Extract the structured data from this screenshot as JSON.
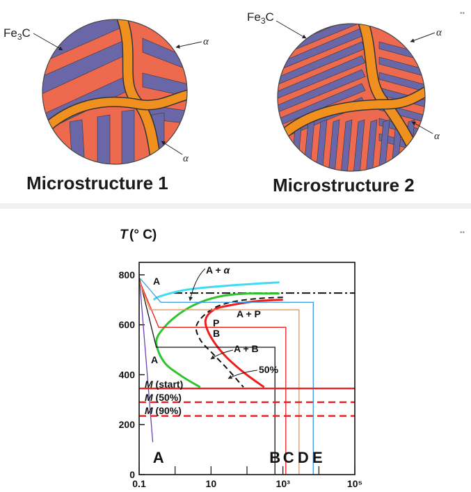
{
  "micro1": {
    "caption": "Microstructure 1",
    "label_fe3c": "Fe3C",
    "label_alpha_top": "α",
    "label_alpha_bottom": "α"
  },
  "micro2": {
    "caption": "Microstructure 2",
    "label_fe3c": "Fe3C",
    "label_alpha_top": "α",
    "label_alpha_bottom": "α"
  },
  "colors": {
    "ferrite": "#ee6a4f",
    "cementite": "#6a67a8",
    "boundary": "#f0901e",
    "cyan": "#3ddcf2",
    "green": "#2fc42f",
    "red": "#ee1c1c",
    "orange": "#f4924a",
    "blue_line": "#3a9ae0",
    "purple": "#6a3fb8"
  },
  "chart_data": {
    "type": "line",
    "ylabel_T": "T",
    "ylabel_unit": "(° C)",
    "x_scale": "log",
    "xlim": [
      0.1,
      100000
    ],
    "ylim": [
      0,
      850
    ],
    "x_ticks": [
      {
        "value": 0.1,
        "label": "0.1"
      },
      {
        "value": 10,
        "label": "10"
      },
      {
        "value": 1000,
        "label": "10³"
      },
      {
        "value": 100000,
        "label": "10⁵"
      }
    ],
    "y_ticks": [
      {
        "value": 0,
        "label": "0"
      },
      {
        "value": 200,
        "label": "200"
      },
      {
        "value": 400,
        "label": "400"
      },
      {
        "value": 600,
        "label": "600"
      },
      {
        "value": 800,
        "label": "800"
      }
    ],
    "region_labels": {
      "A_upper": "A",
      "A_lower": "A",
      "A_plus_alpha": "A + α",
      "A_plus_P": "A + P",
      "P": "P",
      "B": "B",
      "A_plus_B": "A + B",
      "fifty_pct": "50%",
      "M_start": "M (start)",
      "M_50": "M (50%)",
      "M_90": "M (90%)"
    },
    "path_labels": [
      "A",
      "B",
      "C",
      "D",
      "E"
    ],
    "eutectoid_T": 727,
    "martensite": {
      "start": 345,
      "fifty": 290,
      "ninety": 235
    },
    "curves": {
      "cyan": [
        [
          0.25,
          700
        ],
        [
          0.4,
          715
        ],
        [
          2,
          740
        ],
        [
          20,
          755
        ],
        [
          200,
          765
        ],
        [
          800,
          770
        ]
      ],
      "green": [
        [
          800,
          725
        ],
        [
          100,
          725
        ],
        [
          20,
          715
        ],
        [
          5,
          690
        ],
        [
          1.5,
          650
        ],
        [
          0.5,
          590
        ],
        [
          0.3,
          530
        ],
        [
          0.5,
          450
        ],
        [
          1.5,
          395
        ],
        [
          5,
          350
        ]
      ],
      "red": [
        [
          1000,
          700
        ],
        [
          200,
          695
        ],
        [
          40,
          680
        ],
        [
          12,
          660
        ],
        [
          7,
          615
        ],
        [
          10,
          550
        ],
        [
          25,
          475
        ],
        [
          80,
          410
        ],
        [
          300,
          350
        ]
      ],
      "dashed": [
        [
          1000,
          710
        ],
        [
          200,
          705
        ],
        [
          35,
          690
        ],
        [
          10,
          660
        ],
        [
          4,
          600
        ],
        [
          5,
          540
        ],
        [
          12,
          480
        ],
        [
          30,
          420
        ],
        [
          80,
          350
        ]
      ]
    },
    "paths": {
      "A": [
        [
          0.1,
          800
        ],
        [
          0.24,
          130
        ]
      ],
      "B": [
        [
          0.1,
          790
        ],
        [
          0.3,
          510
        ],
        [
          600,
          510
        ],
        [
          600,
          0
        ]
      ],
      "C": [
        [
          0.1,
          780
        ],
        [
          0.35,
          590
        ],
        [
          1200,
          590
        ],
        [
          1200,
          0
        ]
      ],
      "D": [
        [
          0.1,
          775
        ],
        [
          0.2,
          660
        ],
        [
          2800,
          660
        ],
        [
          2800,
          0
        ]
      ],
      "E": [
        [
          0.1,
          790
        ],
        [
          0.4,
          690
        ],
        [
          7000,
          690
        ],
        [
          7000,
          0
        ]
      ]
    }
  }
}
